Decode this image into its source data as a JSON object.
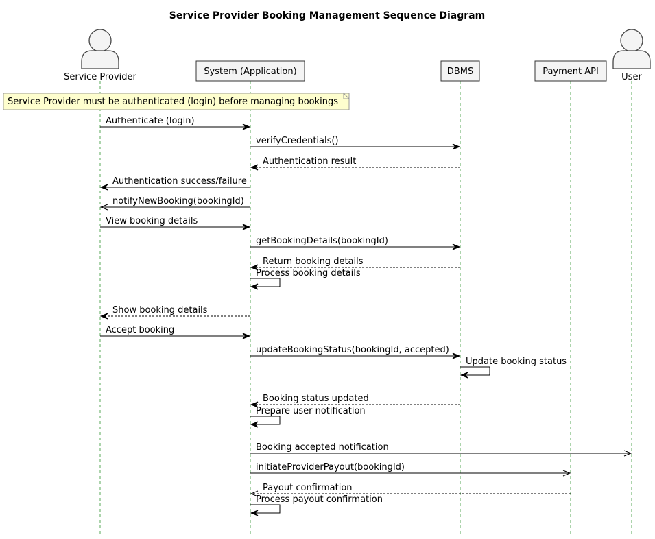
{
  "title": "Service Provider Booking Management Sequence Diagram",
  "participants": [
    {
      "id": "sp",
      "label": "Service Provider",
      "kind": "actor"
    },
    {
      "id": "sys",
      "label": "System (Application)",
      "kind": "box"
    },
    {
      "id": "dbms",
      "label": "DBMS",
      "kind": "box"
    },
    {
      "id": "pay",
      "label": "Payment API",
      "kind": "box"
    },
    {
      "id": "user",
      "label": "User",
      "kind": "actor"
    }
  ],
  "note": "Service Provider must be authenticated (login) before managing bookings",
  "messages": [
    {
      "from": "sp",
      "to": "sys",
      "label": "Authenticate (login)",
      "style": "sync"
    },
    {
      "from": "sys",
      "to": "dbms",
      "label": "verifyCredentials()",
      "style": "sync"
    },
    {
      "from": "dbms",
      "to": "sys",
      "label": "Authentication result",
      "style": "return"
    },
    {
      "from": "sys",
      "to": "sp",
      "label": "Authentication success/failure",
      "style": "sync"
    },
    {
      "from": "sys",
      "to": "sp",
      "label": "notifyNewBooking(bookingId)",
      "style": "async"
    },
    {
      "from": "sp",
      "to": "sys",
      "label": "View booking details",
      "style": "sync"
    },
    {
      "from": "sys",
      "to": "dbms",
      "label": "getBookingDetails(bookingId)",
      "style": "sync"
    },
    {
      "from": "dbms",
      "to": "sys",
      "label": "Return booking details",
      "style": "return"
    },
    {
      "from": "sys",
      "to": "sys",
      "label": "Process booking details",
      "style": "self"
    },
    {
      "from": "sys",
      "to": "sp",
      "label": "Show booking details",
      "style": "return"
    },
    {
      "from": "sp",
      "to": "sys",
      "label": "Accept booking",
      "style": "sync"
    },
    {
      "from": "sys",
      "to": "dbms",
      "label": "updateBookingStatus(bookingId, accepted)",
      "style": "sync"
    },
    {
      "from": "dbms",
      "to": "dbms",
      "label": "Update booking status",
      "style": "self"
    },
    {
      "from": "dbms",
      "to": "sys",
      "label": "Booking status updated",
      "style": "return"
    },
    {
      "from": "sys",
      "to": "sys",
      "label": "Prepare user notification",
      "style": "self"
    },
    {
      "from": "sys",
      "to": "user",
      "label": "Booking accepted notification",
      "style": "async"
    },
    {
      "from": "sys",
      "to": "pay",
      "label": "initiateProviderPayout(bookingId)",
      "style": "async"
    },
    {
      "from": "pay",
      "to": "sys",
      "label": "Payout confirmation",
      "style": "async-return"
    },
    {
      "from": "sys",
      "to": "sys",
      "label": "Process payout confirmation",
      "style": "self"
    }
  ],
  "colors": {
    "lifeline": "#5aa85a",
    "participant_fill": "#f4f4f4",
    "note_fill": "#fefece"
  }
}
